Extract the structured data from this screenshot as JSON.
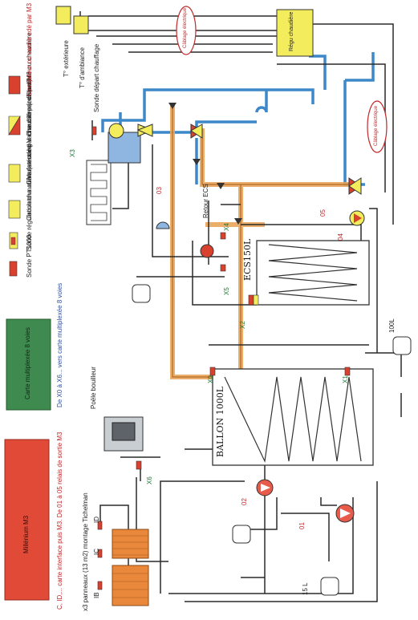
{
  "legend": {
    "items": [
      {
        "swatch": "red-rect",
        "label": "Sonde PT1000"
      },
      {
        "swatch": "red-on-yellow",
        "label": "Sonde régulation chaudière (existant)"
      },
      {
        "swatch": "yellow",
        "label": "Circulateur ou Vanne cdé par chaudière (existant)"
      },
      {
        "swatch": "yellow",
        "label": "Circulateur ou Vanne cdé par chaudière"
      },
      {
        "swatch": "half",
        "label": "Circulateur cdé par M3 ou chaudière"
      },
      {
        "swatch": "red",
        "label": "Circulateur ou vanne cdé par M3"
      }
    ],
    "colors": {
      "red": "#d9402e",
      "yellow": "#f3ec5c",
      "green": "#3f8a4f",
      "orange": "#e9883b",
      "blue": "#3d88c9",
      "pipe_orange": "#e8a65a"
    }
  },
  "modules": {
    "multiplex_label": "Carte multiplexée 8 voies",
    "millenium_label": "Millénium M3",
    "notes": [
      "De X0 à X6... vers carte multiplexée 8 voies",
      "C, ID,... carte interface puis M3. De 01 à 05 relais de sortie M3"
    ]
  },
  "panels": {
    "caption": "x3 panneaux (13 m2) montage Tichelman",
    "ids": [
      "IB",
      "IC",
      "ID"
    ]
  },
  "labels": {
    "stove": "Poële bouilleur",
    "tank_1000": "BALLON 1000L",
    "tank_ecs": "ECS150L",
    "boiler_reg": "Régu chaudière",
    "sonde_depart": "Sonde départ chauffage",
    "t_ext": "T° extérieure",
    "t_amb": "T° d'ambiance",
    "retour_ecs": "Retour ECS",
    "cablage": "Câblage électrique",
    "vessel_100": "100L",
    "vessel_15": "15 L"
  },
  "sensors": {
    "x": [
      "X0",
      "X1",
      "X2",
      "X3",
      "X4",
      "X5",
      "X6"
    ]
  },
  "outputs": {
    "o": [
      "01",
      "02",
      "03",
      "04",
      "05"
    ]
  }
}
